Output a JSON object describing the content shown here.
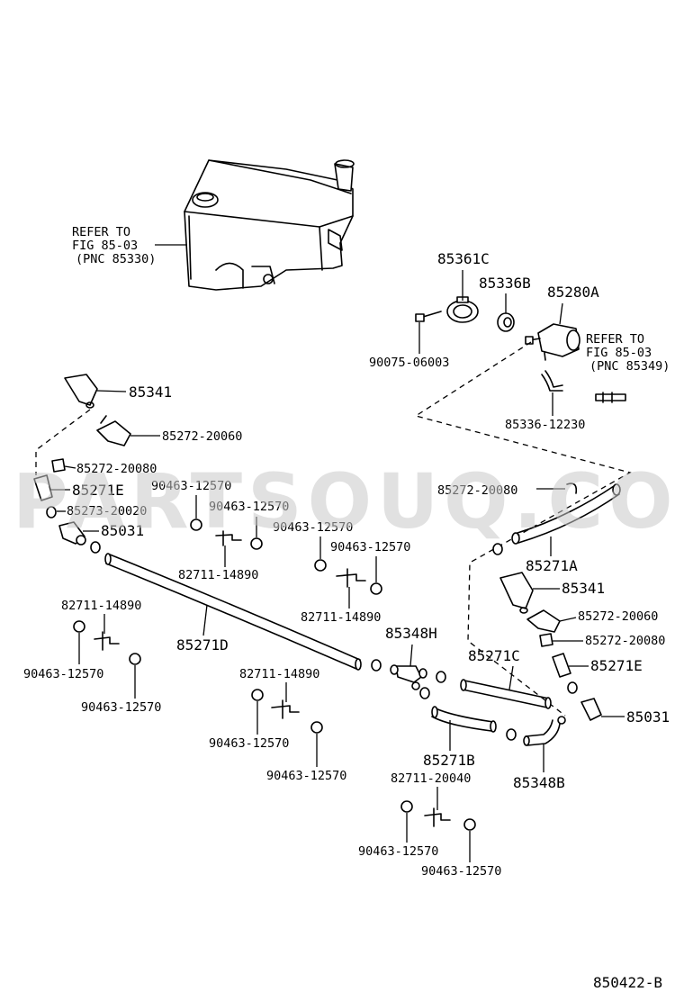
{
  "watermark": "PARTSOUQ.COM",
  "figure_id": "850422-B",
  "refer_tank": [
    "REFER TO",
    "FIG 85-03",
    "(PNC 85330)"
  ],
  "refer_pump": [
    "REFER TO",
    "FIG 85-03",
    "(PNC 85349)"
  ],
  "labels": {
    "p85361C": "85361C",
    "p85336B": "85336B",
    "p85280A": "85280A",
    "p90075_06003": "90075-06003",
    "p85336_12230": "85336-12230",
    "p85341_left": "85341",
    "p85272_20060_left": "85272-20060",
    "p85272_20080_left": "85272-20080",
    "p85271E_left": "85271E",
    "p85273_20020": "85273-20020",
    "p85031_left": "85031",
    "p90463_a": "90463-12570",
    "p90463_b": "90463-12570",
    "p90463_c": "90463-12570",
    "p90463_d": "90463-12570",
    "p82711_a": "82711-14890",
    "p82711_b": "82711-14890",
    "p82711_c": "82711-14890",
    "p90463_e": "90463-12570",
    "p90463_f": "90463-12570",
    "p85271D": "85271D",
    "p82711_d": "82711-14890",
    "p90463_g": "90463-12570",
    "p90463_h": "90463-12570",
    "p85272_20080_right": "85272-20080",
    "p85271A": "85271A",
    "p85341_right": "85341",
    "p85272_20060_right": "85272-20060",
    "p85272_20080_right2": "85272-20080",
    "p85271E_right": "85271E",
    "p85348H": "85348H",
    "p85271C": "85271C",
    "p85031_right": "85031",
    "p85271B": "85271B",
    "p85348B": "85348B",
    "p82711_20040": "82711-20040",
    "p90463_i": "90463-12570",
    "p90463_j": "90463-12570"
  }
}
